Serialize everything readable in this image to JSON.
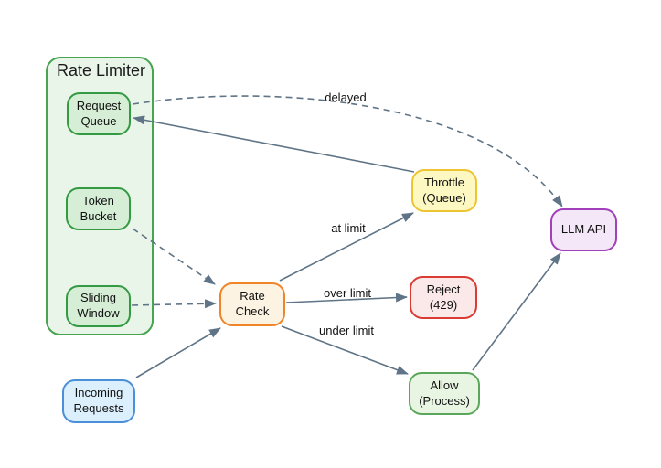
{
  "diagram": {
    "type": "flowchart",
    "group": {
      "title": "Rate Limiter"
    },
    "nodes": {
      "request_queue": {
        "label": "Request\nQueue",
        "color": "green"
      },
      "token_bucket": {
        "label": "Token\nBucket",
        "color": "green"
      },
      "sliding_window": {
        "label": "Sliding\nWindow",
        "color": "green"
      },
      "incoming_requests": {
        "label": "Incoming\nRequests",
        "color": "blue"
      },
      "rate_check": {
        "label": "Rate\nCheck",
        "color": "orange"
      },
      "throttle": {
        "label": "Throttle\n(Queue)",
        "color": "yellow"
      },
      "reject": {
        "label": "Reject\n(429)",
        "color": "red"
      },
      "allow": {
        "label": "Allow\n(Process)",
        "color": "light-green"
      },
      "llm_api": {
        "label": "LLM API",
        "color": "purple"
      }
    },
    "edge_labels": {
      "delayed": "delayed",
      "at_limit": "at limit",
      "over_limit": "over limit",
      "under_limit": "under limit"
    },
    "edges": [
      {
        "from": "incoming_requests",
        "to": "rate_check",
        "style": "solid",
        "label": ""
      },
      {
        "from": "token_bucket",
        "to": "rate_check",
        "style": "dashed",
        "label": ""
      },
      {
        "from": "sliding_window",
        "to": "rate_check",
        "style": "dashed",
        "label": ""
      },
      {
        "from": "rate_check",
        "to": "throttle",
        "style": "solid",
        "label": "at limit"
      },
      {
        "from": "rate_check",
        "to": "reject",
        "style": "solid",
        "label": "over limit"
      },
      {
        "from": "rate_check",
        "to": "allow",
        "style": "solid",
        "label": "under limit"
      },
      {
        "from": "throttle",
        "to": "request_queue",
        "style": "solid",
        "label": ""
      },
      {
        "from": "allow",
        "to": "llm_api",
        "style": "solid",
        "label": ""
      },
      {
        "from": "request_queue",
        "to": "llm_api",
        "style": "dashed",
        "label": "delayed"
      }
    ],
    "colors": {
      "background": "#ffffff",
      "edge": "#5f7486",
      "text": "#111111",
      "group_fill": "#eaf5ea",
      "group_border": "#48a450",
      "green_fill": "#d6eed6",
      "green_border": "#349a42",
      "blue_fill": "#dceffd",
      "blue_border": "#4a90d9",
      "orange_fill": "#fdf3e2",
      "orange_border": "#f08428",
      "yellow_fill": "#fdf7c2",
      "yellow_border": "#ecc531",
      "red_fill": "#fbe9e9",
      "red_border": "#da3b33",
      "light_green_fill": "#e9f5e3",
      "light_green_border": "#5aa65a",
      "purple_fill": "#f4e7f7",
      "purple_border": "#a23fba"
    }
  }
}
